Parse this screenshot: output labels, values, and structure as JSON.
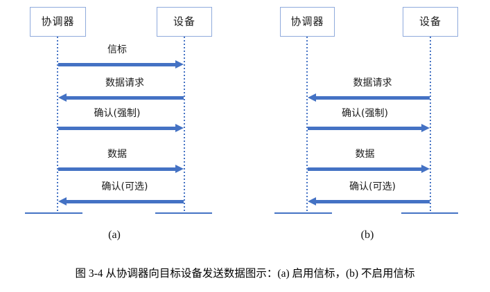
{
  "figure": {
    "caption": "图 3-4 从协调器向目标设备发送数据图示：(a) 启用信标，(b) 不启用信标",
    "colors": {
      "arrow": "#4472C4",
      "lifeline": "#4472C4",
      "box_border": "#8FAADC",
      "background": "#FFFFFF",
      "text": "#000000"
    }
  },
  "panels": [
    {
      "id": "a",
      "subcaption": "(a)",
      "actors": [
        {
          "id": "coordinator",
          "label": "协调器"
        },
        {
          "id": "device",
          "label": "设备"
        }
      ],
      "messages": [
        {
          "id": "beacon",
          "label": "信标",
          "direction": "coordinator-to-device"
        },
        {
          "id": "data-request",
          "label": "数据请求",
          "direction": "device-to-coordinator"
        },
        {
          "id": "ack-mandatory",
          "label": "确认(强制)",
          "direction": "coordinator-to-device"
        },
        {
          "id": "data",
          "label": "数据",
          "direction": "coordinator-to-device"
        },
        {
          "id": "ack-optional",
          "label": "确认(可选)",
          "direction": "device-to-coordinator"
        }
      ]
    },
    {
      "id": "b",
      "subcaption": "(b)",
      "actors": [
        {
          "id": "coordinator",
          "label": "协调器"
        },
        {
          "id": "device",
          "label": "设备"
        }
      ],
      "messages": [
        {
          "id": "data-request",
          "label": "数据请求",
          "direction": "device-to-coordinator"
        },
        {
          "id": "ack-mandatory",
          "label": "确认(强制)",
          "direction": "coordinator-to-device"
        },
        {
          "id": "data",
          "label": "数据",
          "direction": "coordinator-to-device"
        },
        {
          "id": "ack-optional",
          "label": "确认(可选)",
          "direction": "device-to-coordinator"
        }
      ]
    }
  ]
}
